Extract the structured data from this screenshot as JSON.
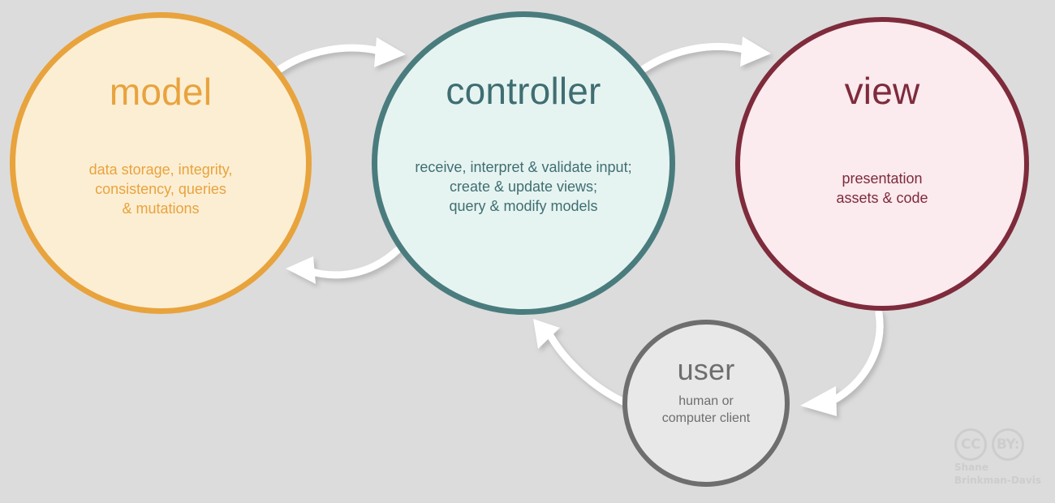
{
  "diagram": {
    "type": "cycle-diagram",
    "background_color": "#dcdcdc",
    "nodes": [
      {
        "id": "model",
        "title": "model",
        "description": "data storage, integrity,\nconsistency, queries\n& mutations",
        "fill_color": "#fceed3",
        "border_color": "#e8a33d",
        "text_color": "#e8a33d"
      },
      {
        "id": "controller",
        "title": "controller",
        "description": "receive, interpret & validate input;\ncreate & update views;\nquery & modify models",
        "fill_color": "#e6f4f1",
        "border_color": "#4a7c7e",
        "text_color": "#3f6e72"
      },
      {
        "id": "view",
        "title": "view",
        "description": "presentation\nassets & code",
        "fill_color": "#fbeaee",
        "border_color": "#7e2b3c",
        "text_color": "#7e2b3c"
      },
      {
        "id": "user",
        "title": "user",
        "description": "human or\ncomputer client",
        "fill_color": "#e8e8e8",
        "border_color": "#6e6e6e",
        "text_color": "#6e6e6e"
      }
    ],
    "arrows": [
      {
        "id": "model-to-controller",
        "from": "model",
        "to": "controller",
        "color": "#ffffff"
      },
      {
        "id": "controller-to-model",
        "from": "controller",
        "to": "model",
        "color": "#ffffff"
      },
      {
        "id": "controller-to-view",
        "from": "controller",
        "to": "view",
        "color": "#ffffff"
      },
      {
        "id": "view-to-user",
        "from": "view",
        "to": "user",
        "color": "#ffffff"
      },
      {
        "id": "user-to-controller",
        "from": "user",
        "to": "controller",
        "color": "#ffffff"
      }
    ]
  },
  "watermark": {
    "badge_cc": "CC",
    "badge_by": "BY:",
    "attribution_line1": "Shane",
    "attribution_line2": "Brinkman-Davis",
    "color": "#cdcdcd"
  }
}
